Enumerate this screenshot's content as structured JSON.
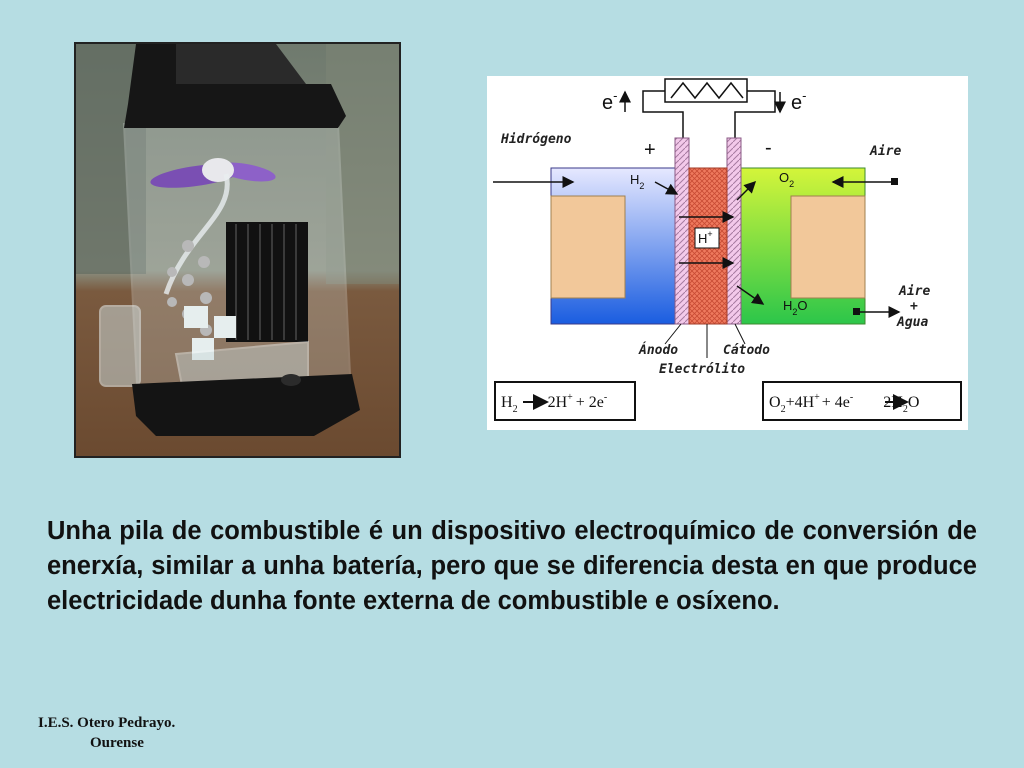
{
  "diagram": {
    "electron_left": "e",
    "electron_right": "e",
    "minus_sup": "-",
    "plus_sign": "+",
    "minus_sign": "-",
    "hydrogen_label": "Hidrógeno",
    "air_label": "Aire",
    "air_water_line1": "Aire",
    "air_water_line2": "+",
    "air_water_line3": "Agua",
    "h2": "H",
    "h2_sub": "2",
    "o2": "O",
    "o2_sub": "2",
    "hplus": "H",
    "hplus_sup": "+",
    "h2o_h": "H",
    "h2o_sub": "2",
    "h2o_o": "O",
    "anode_label": "Ánodo",
    "cathode_label": "Cátodo",
    "electrolyte_label": "Electrólito",
    "eq_left": {
      "reactant": "H",
      "reactant_sub": "2",
      "product": "2H",
      "product_sup": "+",
      "plus": "+ 2e",
      "e_sup": "-"
    },
    "eq_right": {
      "reactant": "O",
      "reactant_sub": "2",
      "rest": "+4H",
      "rest_sup": "+",
      "electrons": "+ 4e",
      "e_sup": "-",
      "product": "2H",
      "product_sub": "2",
      "product_end": "O"
    }
  },
  "body_text": "Unha pila de combustible é un dispositivo electroquímico de conversión de enerxía, similar a unha batería, pero que se diferencia desta en que produce electricidade dunha fonte externa de combustible e osíxeno.",
  "footer": {
    "line1": "I.E.S. Otero Pedrayo.",
    "line2": "Ourense"
  }
}
